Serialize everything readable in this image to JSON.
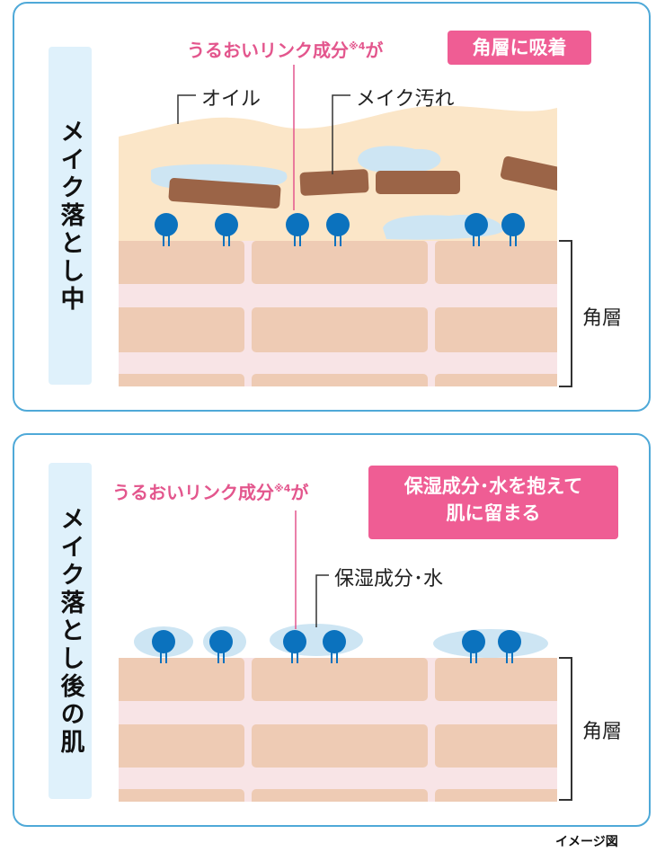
{
  "panel_top": {
    "side_label": "メイク落とし中",
    "caption_lead": "うるおいリンク成分",
    "caption_note": "※4",
    "caption_particle": "が",
    "badge": "角層に吸着",
    "label_oil": "オイル",
    "label_makeup": "メイク汚れ",
    "label_layer": "角層"
  },
  "panel_bottom": {
    "side_label": "メイク落とし後の肌",
    "caption_lead": "うるおいリンク成分",
    "caption_note": "※4",
    "caption_particle": "が",
    "badge_line1": "保湿成分･水を抱えて",
    "badge_line2": "肌に留まる",
    "label_moisture": "保湿成分･水",
    "label_layer": "角層"
  },
  "footnote": "イメージ図",
  "colors": {
    "border": "#4fa9d8",
    "side_label_bg": "#dff1fb",
    "pink": "#e3568d",
    "badge": "#ef5d94",
    "skin_cell": "#eecbb4",
    "skin_gap": "#f8e4e6",
    "oil": "#fbe6c8",
    "water": "#cde5f3",
    "dirt": "#9b6447",
    "molecule": "#0b72be"
  }
}
